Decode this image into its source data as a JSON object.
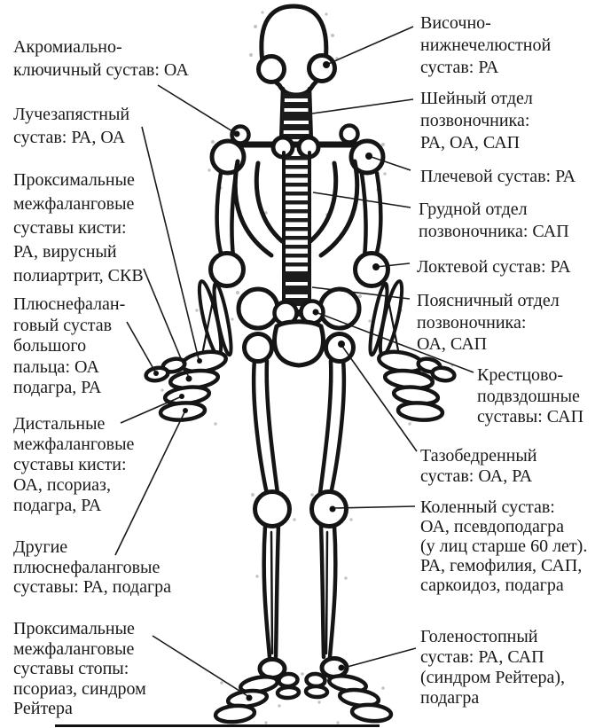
{
  "figure": {
    "type": "anatomical-diagram",
    "subject": "human skeleton with joint disease labels",
    "colors": {
      "ink": "#151515",
      "leader_line": "#1a1a1a",
      "paper": "#ffffff",
      "stipple": "#c3c3c3"
    }
  },
  "labels": {
    "left": [
      {
        "text": "Акромиально-\nключичный сустав: ОА"
      },
      {
        "text": "Лучезапястный\nсустав: РА, ОА"
      },
      {
        "text": "Проксимальные\nмежфаланговые\nсуставы кисти:\nРА, вирусный\nполиартрит, СКВ"
      },
      {
        "text": "Плюснефалан-\nговый сустав\nбольшого\nпальца: ОА\nподагра, РА"
      },
      {
        "text": "Дистальные\nмежфаланговые\nсуставы кисти:\nОА, псориаз,\nподагра, РА"
      },
      {
        "text": "Другие\nплюснефаланговые\nсуставы: РА, подагра"
      },
      {
        "text": "Проксимальные\nмежфаланговые\nсуставы стопы:\nпсориаз, синдром\nРейтера"
      }
    ],
    "right": [
      {
        "text": "Височно-\nнижнечелюстной\nсустав: РА"
      },
      {
        "text": "Шейный отдел\nпозвоночника:\nРА, ОА, САП"
      },
      {
        "text": "Плечевой сустав: РА"
      },
      {
        "text": "Грудной отдел\nпозвоночника: САП"
      },
      {
        "text": "Локтевой сустав: РА"
      },
      {
        "text": "Поясничный отдел\nпозвоночника:\nОА, САП"
      },
      {
        "text": "Крестцово-\nподвздошные\nсуставы: САП"
      },
      {
        "text": "Тазобедренный\nсустав: ОА, РА"
      },
      {
        "text": "Коленный сустав:\nОА, псевдоподагра\n(у лиц старше 60 лет).\nРА, гемофилия, САП,\nсаркоидоз, подагра"
      },
      {
        "text": "Голеностопный\nсустав: РА, САП\n(синдром Рейтера),\nподагра"
      }
    ]
  }
}
